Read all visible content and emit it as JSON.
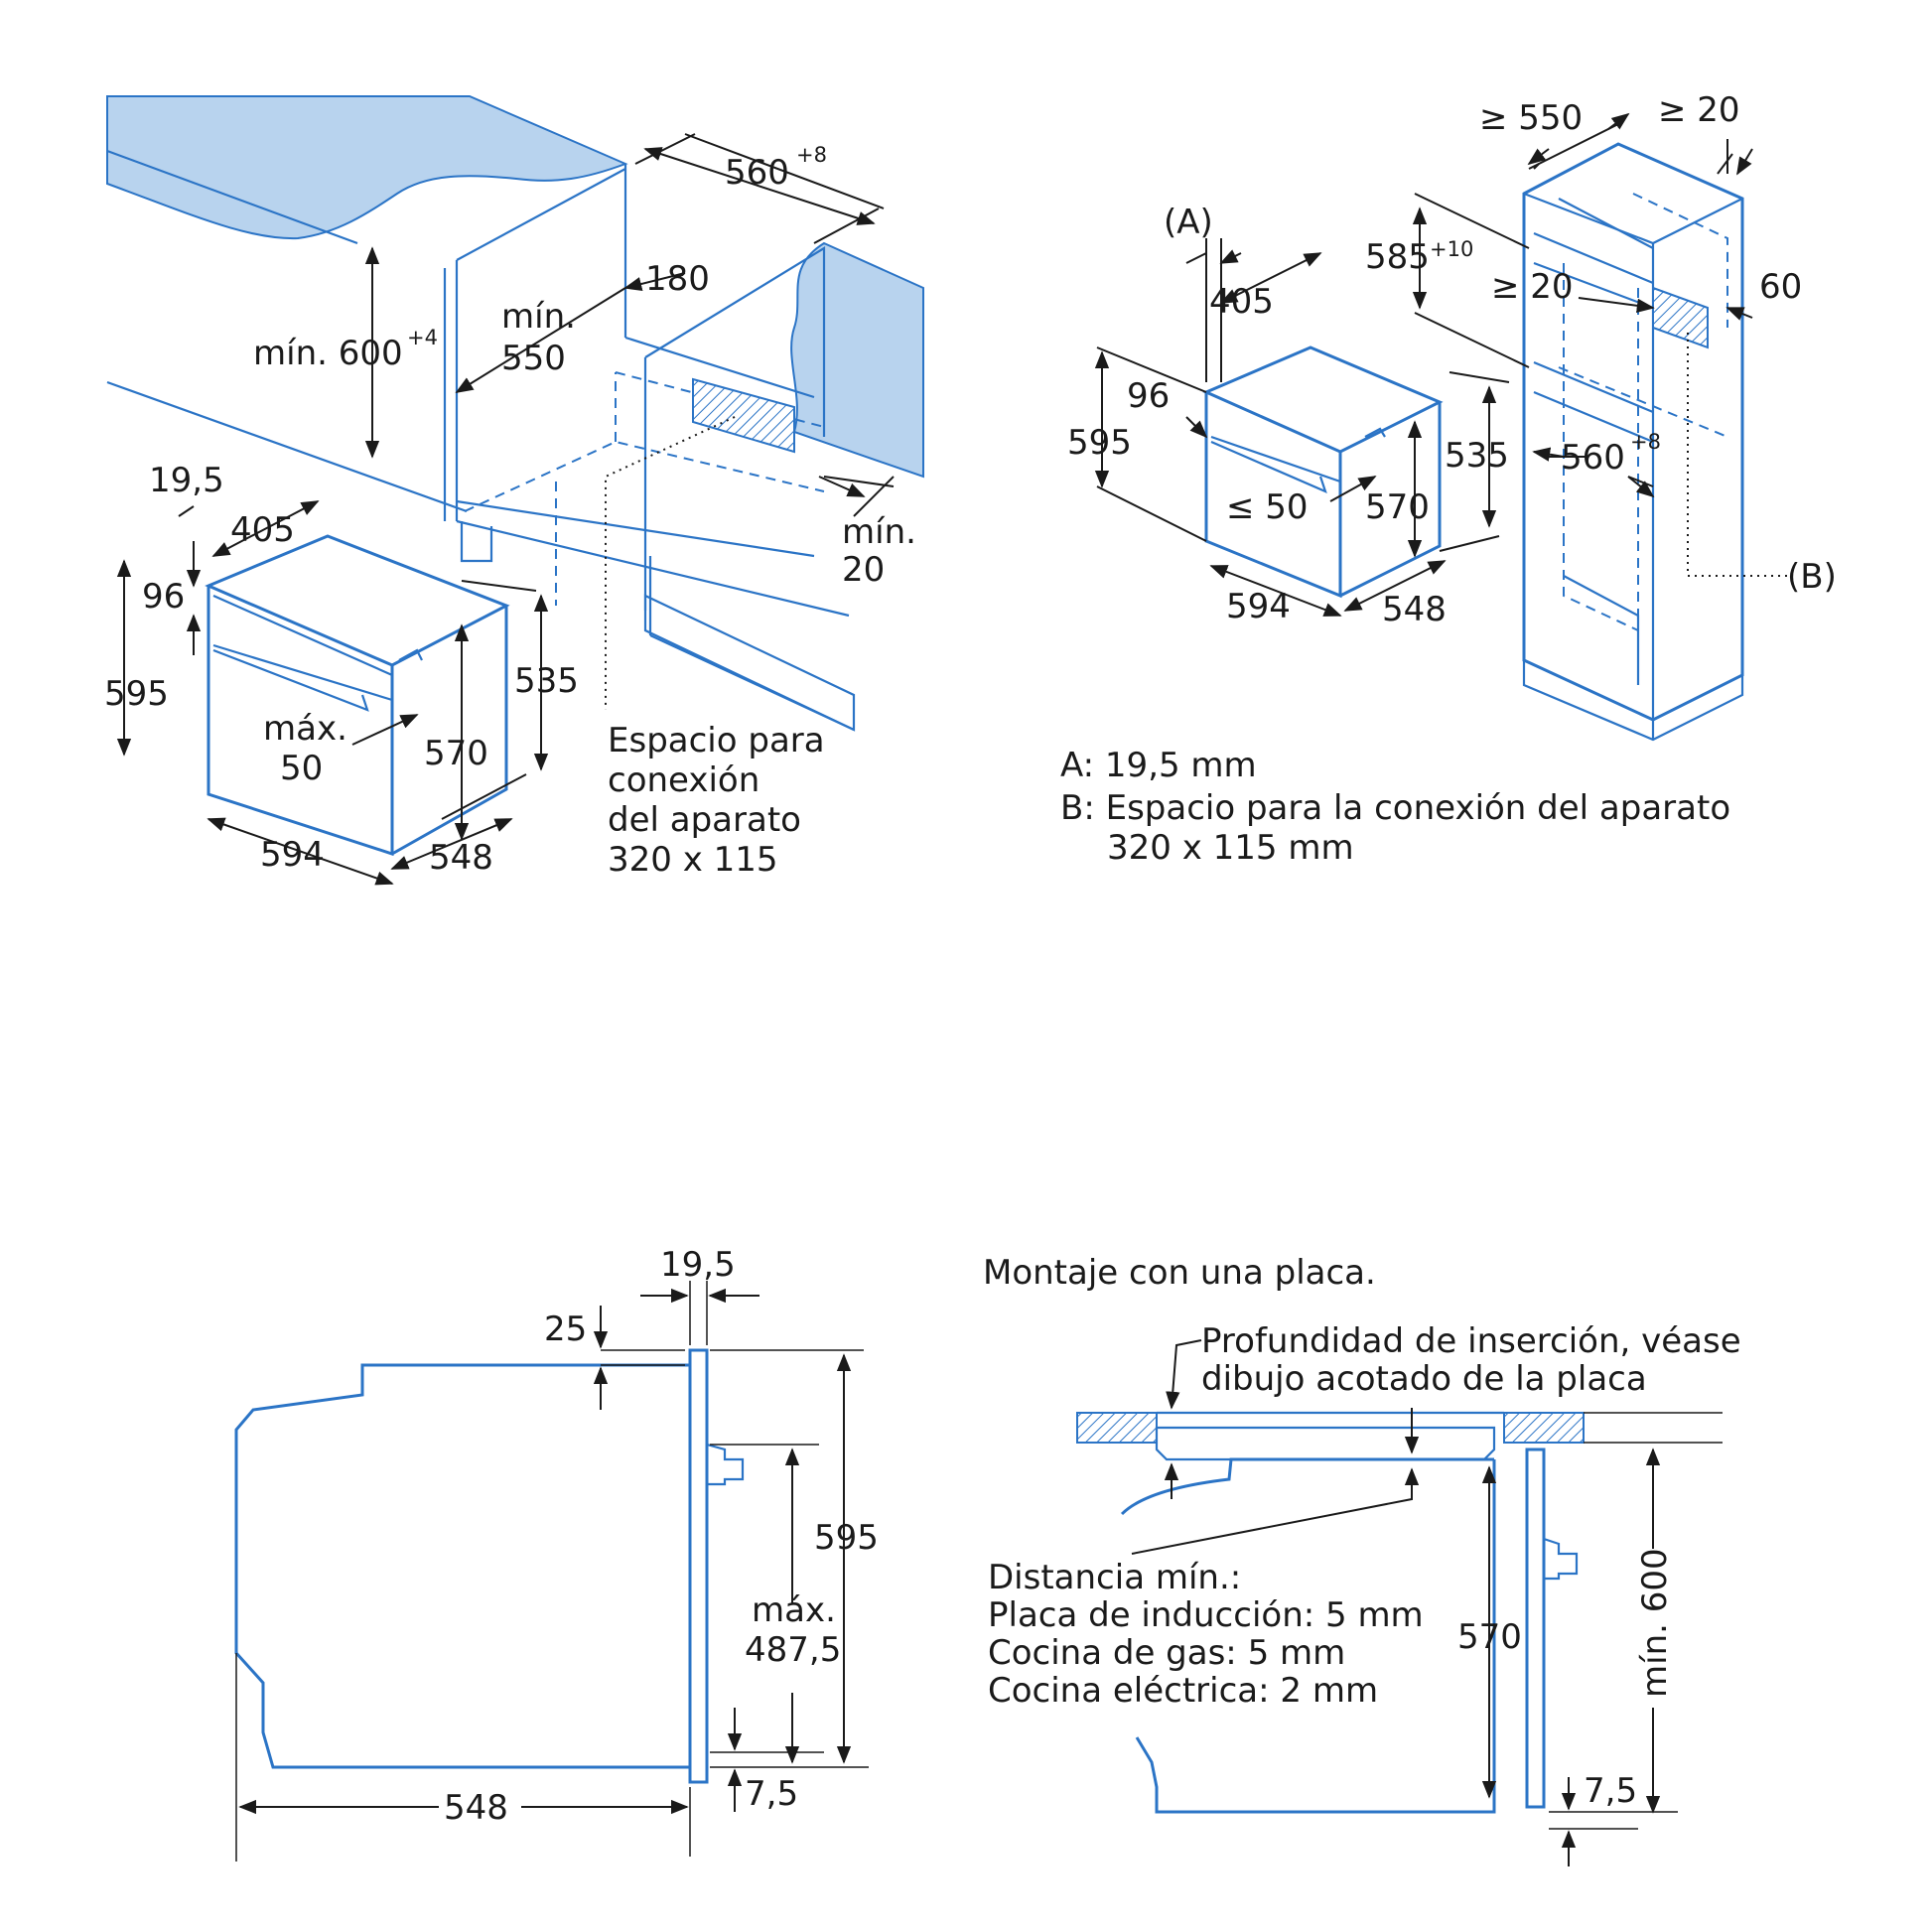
{
  "colors": {
    "outline": "#2b74c6",
    "counter_fill": "#b8d3ee",
    "text": "#1a1a1a"
  },
  "top_left": {
    "d_560": "560",
    "d_560_tol": "+8",
    "d_180": "180",
    "min_550_a": "mín.",
    "min_550_b": "550",
    "min_600": "mín. 600",
    "min_600_tol": "+4",
    "min_20_a": "mín.",
    "min_20_b": "20",
    "d_19_5": "19,5",
    "d_405": "405",
    "d_96": "96",
    "d_595": "595",
    "max_50_a": "máx.",
    "max_50_b": "50",
    "d_570": "570",
    "d_535": "535",
    "d_594": "594",
    "d_548": "548",
    "space_1": "Espacio para",
    "space_2": "conexión",
    "space_3": "del aparato",
    "space_4": "320 x 115"
  },
  "top_right": {
    "ge_550": "≥ 550",
    "ge_20_top": "≥ 20",
    "label_a": "(A)",
    "d_405": "405",
    "d_585": "585",
    "d_585_tol": "+10",
    "ge_20_mid": "≥ 20",
    "d_60": "60",
    "d_96": "96",
    "d_595": "595",
    "d_535": "535",
    "le_50": "≤ 50",
    "d_570": "570",
    "d_560": "560",
    "d_560_tol": "+8",
    "label_b": "(B)",
    "d_594": "594",
    "d_548": "548",
    "legend_a": "A:  19,5 mm",
    "legend_b1": "B:  Espacio para la conexión del aparato",
    "legend_b2": "320 x 115 mm"
  },
  "bottom_left": {
    "d_19_5": "19,5",
    "d_25": "25",
    "d_595": "595",
    "max_a": "máx.",
    "max_b": "487,5",
    "d_7_5": "7,5",
    "d_548": "548"
  },
  "bottom_right": {
    "title": "Montaje con una placa.",
    "depth_1": "Profundidad de inserción, véase",
    "depth_2": "dibujo acotado de la placa",
    "dist_title": "Distancia mín.:",
    "dist_induction": "Placa de inducción: 5 mm",
    "dist_gas": "Cocina de gas: 5 mm",
    "dist_electric": "Cocina eléctrica: 2 mm",
    "d_570": "570",
    "min_600": "mín. 600",
    "d_7_5": "7,5"
  }
}
